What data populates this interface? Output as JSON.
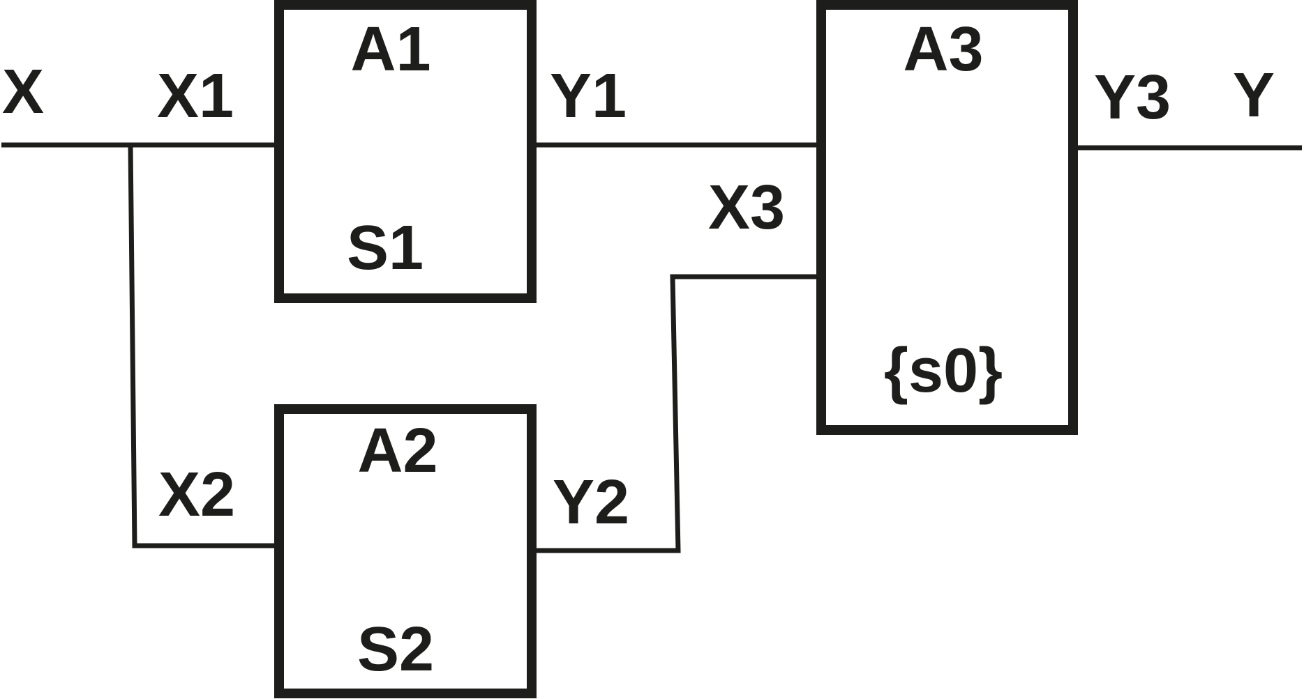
{
  "style": {
    "stroke_color": "#1d1d1b",
    "text_color": "#1d1d1b",
    "background": "#ffffff"
  },
  "labels": {
    "x": "X",
    "x1": "X1",
    "x2": "X2",
    "x3": "X3",
    "y1": "Y1",
    "y2": "Y2",
    "y3": "Y3",
    "y": "Y"
  },
  "blocks": {
    "a1": {
      "name": "A1",
      "state": "S1"
    },
    "a2": {
      "name": "A2",
      "state": "S2"
    },
    "a3": {
      "name": "A3",
      "state": "{s0}"
    }
  }
}
